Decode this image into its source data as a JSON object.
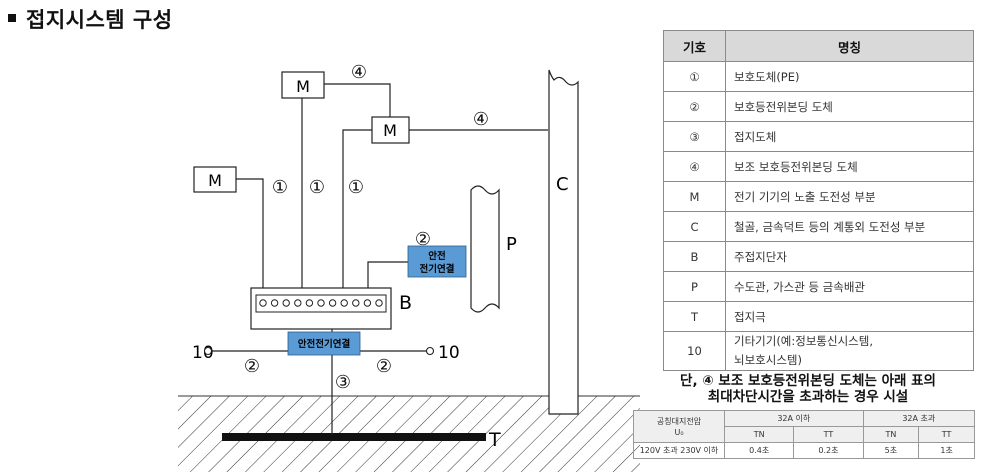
{
  "title": "접지시스템 구성",
  "diagram": {
    "equipment_label": "M",
    "symbols": {
      "one": "①",
      "two": "②",
      "three": "③",
      "four": "④"
    },
    "bar_label": "B",
    "pipe_label": "P",
    "column_label": "C",
    "electrode_label": "T",
    "ten_label": "10",
    "safety_box_1": [
      "안전",
      "전기연결"
    ],
    "safety_box_2": "안전전기연결",
    "box_color": "#5b9bd5"
  },
  "legend": {
    "header": {
      "symbol": "기호",
      "name": "명칭"
    },
    "rows": [
      {
        "symbol": "①",
        "name": "보호도체(PE)"
      },
      {
        "symbol": "②",
        "name": "보호등전위본딩 도체"
      },
      {
        "symbol": "③",
        "name": "접지도체"
      },
      {
        "symbol": "④",
        "name": "보조 보호등전위본딩 도체"
      },
      {
        "symbol": "M",
        "name": "전기 기기의 노출 도전성 부분"
      },
      {
        "symbol": "C",
        "name": "철골, 금속덕트 등의 계통외 도전성 부분"
      },
      {
        "symbol": "B",
        "name": "주접지단자"
      },
      {
        "symbol": "P",
        "name": "수도관, 가스관 등 금속배관"
      },
      {
        "symbol": "T",
        "name": "접지극"
      },
      {
        "symbol": "10",
        "name_line1": "기타기기(예:정보통신시스템,",
        "name_line2": "뇌보호시스템)"
      }
    ]
  },
  "note": {
    "line1": "단, ④ 보조 보호등전위본딩 도체는 아래 표의",
    "line2": "최대차단시간을 초과하는 경우 시설"
  },
  "cutoff_table": {
    "col1_line1": "공칭대지전압",
    "col1_line2": "U₀",
    "group1": "32A 이하",
    "group2": "32A 초과",
    "sub": [
      "TN",
      "TT",
      "TN",
      "TT"
    ],
    "row_label": "120V 초과 230V 이하",
    "row_values": [
      "0.4초",
      "0.2초",
      "5초",
      "1초"
    ]
  }
}
